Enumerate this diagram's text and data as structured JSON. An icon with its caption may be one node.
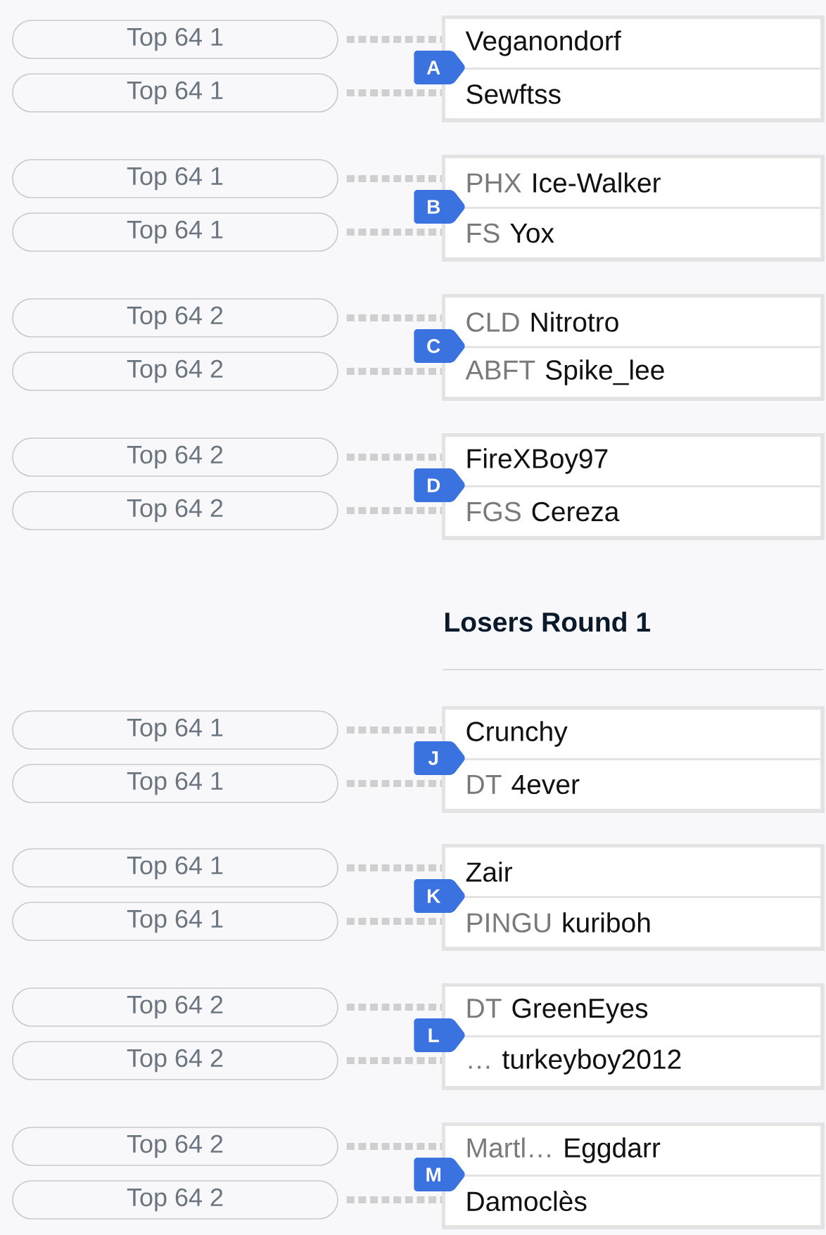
{
  "diagram": {
    "nodes": [
      {
        "text": [
          "Top 64 1"
        ]
      },
      {
        "text": [
          "Top 64 1"
        ]
      },
      {
        "text": [],
        "shape": "box"
      },
      {
        "text": [
          "Veganondorf"
        ],
        "in": 2
      },
      {
        "text": [
          "Sewftss"
        ],
        "in": 2
      },
      {
        "text": [
          "A"
        ]
      },
      {
        "text": [
          "Top 64 1"
        ]
      },
      {
        "text": [
          "Top 64 1"
        ]
      },
      {
        "text": [],
        "shape": "box"
      },
      {
        "text": [
          "PHX",
          "Ice-Walker"
        ],
        "in": 8
      },
      {
        "text": [
          "FS",
          "Yox"
        ],
        "in": 8
      },
      {
        "text": [
          "B"
        ]
      },
      {
        "text": [
          "Top 64 2"
        ]
      },
      {
        "text": [
          "Top 64 2"
        ]
      },
      {
        "text": [],
        "shape": "box"
      },
      {
        "text": [
          "CLD",
          "Nitrotro"
        ],
        "in": 14
      },
      {
        "text": [
          "ABFT",
          "Spike_lee"
        ],
        "in": 14
      },
      {
        "text": [
          "C"
        ]
      },
      {
        "text": [
          "Top 64 2"
        ]
      },
      {
        "text": [
          "Top 64 2"
        ]
      },
      {
        "text": [],
        "shape": "box"
      },
      {
        "text": [
          "FireXBoy97"
        ],
        "in": 20
      },
      {
        "text": [
          "FGS",
          "Cereza"
        ],
        "in": 20
      },
      {
        "text": [
          "D"
        ]
      },
      {
        "text": [
          "Top 64 1"
        ]
      },
      {
        "text": [
          "Top 64 1"
        ]
      },
      {
        "text": [],
        "shape": "box"
      },
      {
        "text": [
          "Crunchy"
        ],
        "in": 26
      },
      {
        "text": [
          "DT",
          "4ever"
        ],
        "in": 26
      },
      {
        "text": [
          "J"
        ]
      },
      {
        "text": [
          "Top 64 1"
        ]
      },
      {
        "text": [
          "Top 64 1"
        ]
      },
      {
        "text": [],
        "shape": "box"
      },
      {
        "text": [
          "Zair"
        ],
        "in": 32
      },
      {
        "text": [
          "PINGU",
          "kuriboh"
        ],
        "in": 32
      },
      {
        "text": [
          "K"
        ]
      },
      {
        "text": [
          "Top 64 2"
        ]
      },
      {
        "text": [
          "Top 64 2"
        ]
      },
      {
        "text": [],
        "shape": "box"
      },
      {
        "text": [
          "DT",
          "GreenEyes"
        ],
        "in": 38
      },
      {
        "text": [
          "…",
          "turkeyboy2012"
        ],
        "in": 38
      },
      {
        "text": [
          "L"
        ]
      },
      {
        "text": [
          "Top 64 2"
        ]
      },
      {
        "text": [
          "Top 64 2"
        ]
      },
      {
        "text": [],
        "shape": "box"
      },
      {
        "text": [
          "Martl…",
          "Eggdarr"
        ],
        "in": 44
      },
      {
        "text": [
          "Damoclès"
        ],
        "in": 44
      },
      {
        "text": [
          "M"
        ]
      }
    ],
    "edges": [
      {
        "from": 0,
        "to": 3,
        "arrow": "none",
        "style": "dashed"
      },
      {
        "from": 1,
        "to": 4,
        "arrow": "none",
        "style": "dashed"
      },
      {
        "from": 6,
        "to": 9,
        "arrow": "none",
        "style": "dashed"
      },
      {
        "from": 7,
        "to": 10,
        "arrow": "none",
        "style": "dashed"
      },
      {
        "from": 12,
        "to": 15,
        "arrow": "none",
        "style": "dashed"
      },
      {
        "from": 13,
        "to": 16,
        "arrow": "none",
        "style": "dashed"
      },
      {
        "from": 18,
        "to": 21,
        "arrow": "none",
        "style": "dashed"
      },
      {
        "from": 19,
        "to": 22,
        "arrow": "none",
        "style": "dashed"
      },
      {
        "from": 24,
        "to": 27,
        "arrow": "none",
        "style": "dashed"
      },
      {
        "from": 25,
        "to": 28,
        "arrow": "none",
        "style": "dashed"
      },
      {
        "from": 30,
        "to": 33,
        "arrow": "none",
        "style": "dashed"
      },
      {
        "from": 31,
        "to": 34,
        "arrow": "none",
        "style": "dashed"
      },
      {
        "from": 36,
        "to": 39,
        "arrow": "none",
        "style": "dashed"
      },
      {
        "from": 37,
        "to": 40,
        "arrow": "none",
        "style": "dashed"
      },
      {
        "from": 42,
        "to": 45,
        "arrow": "none",
        "style": "dashed"
      },
      {
        "from": 43,
        "to": 46,
        "arrow": "none",
        "style": "dashed"
      }
    ],
    "labels": [
      "Losers Round 1"
    ]
  }
}
